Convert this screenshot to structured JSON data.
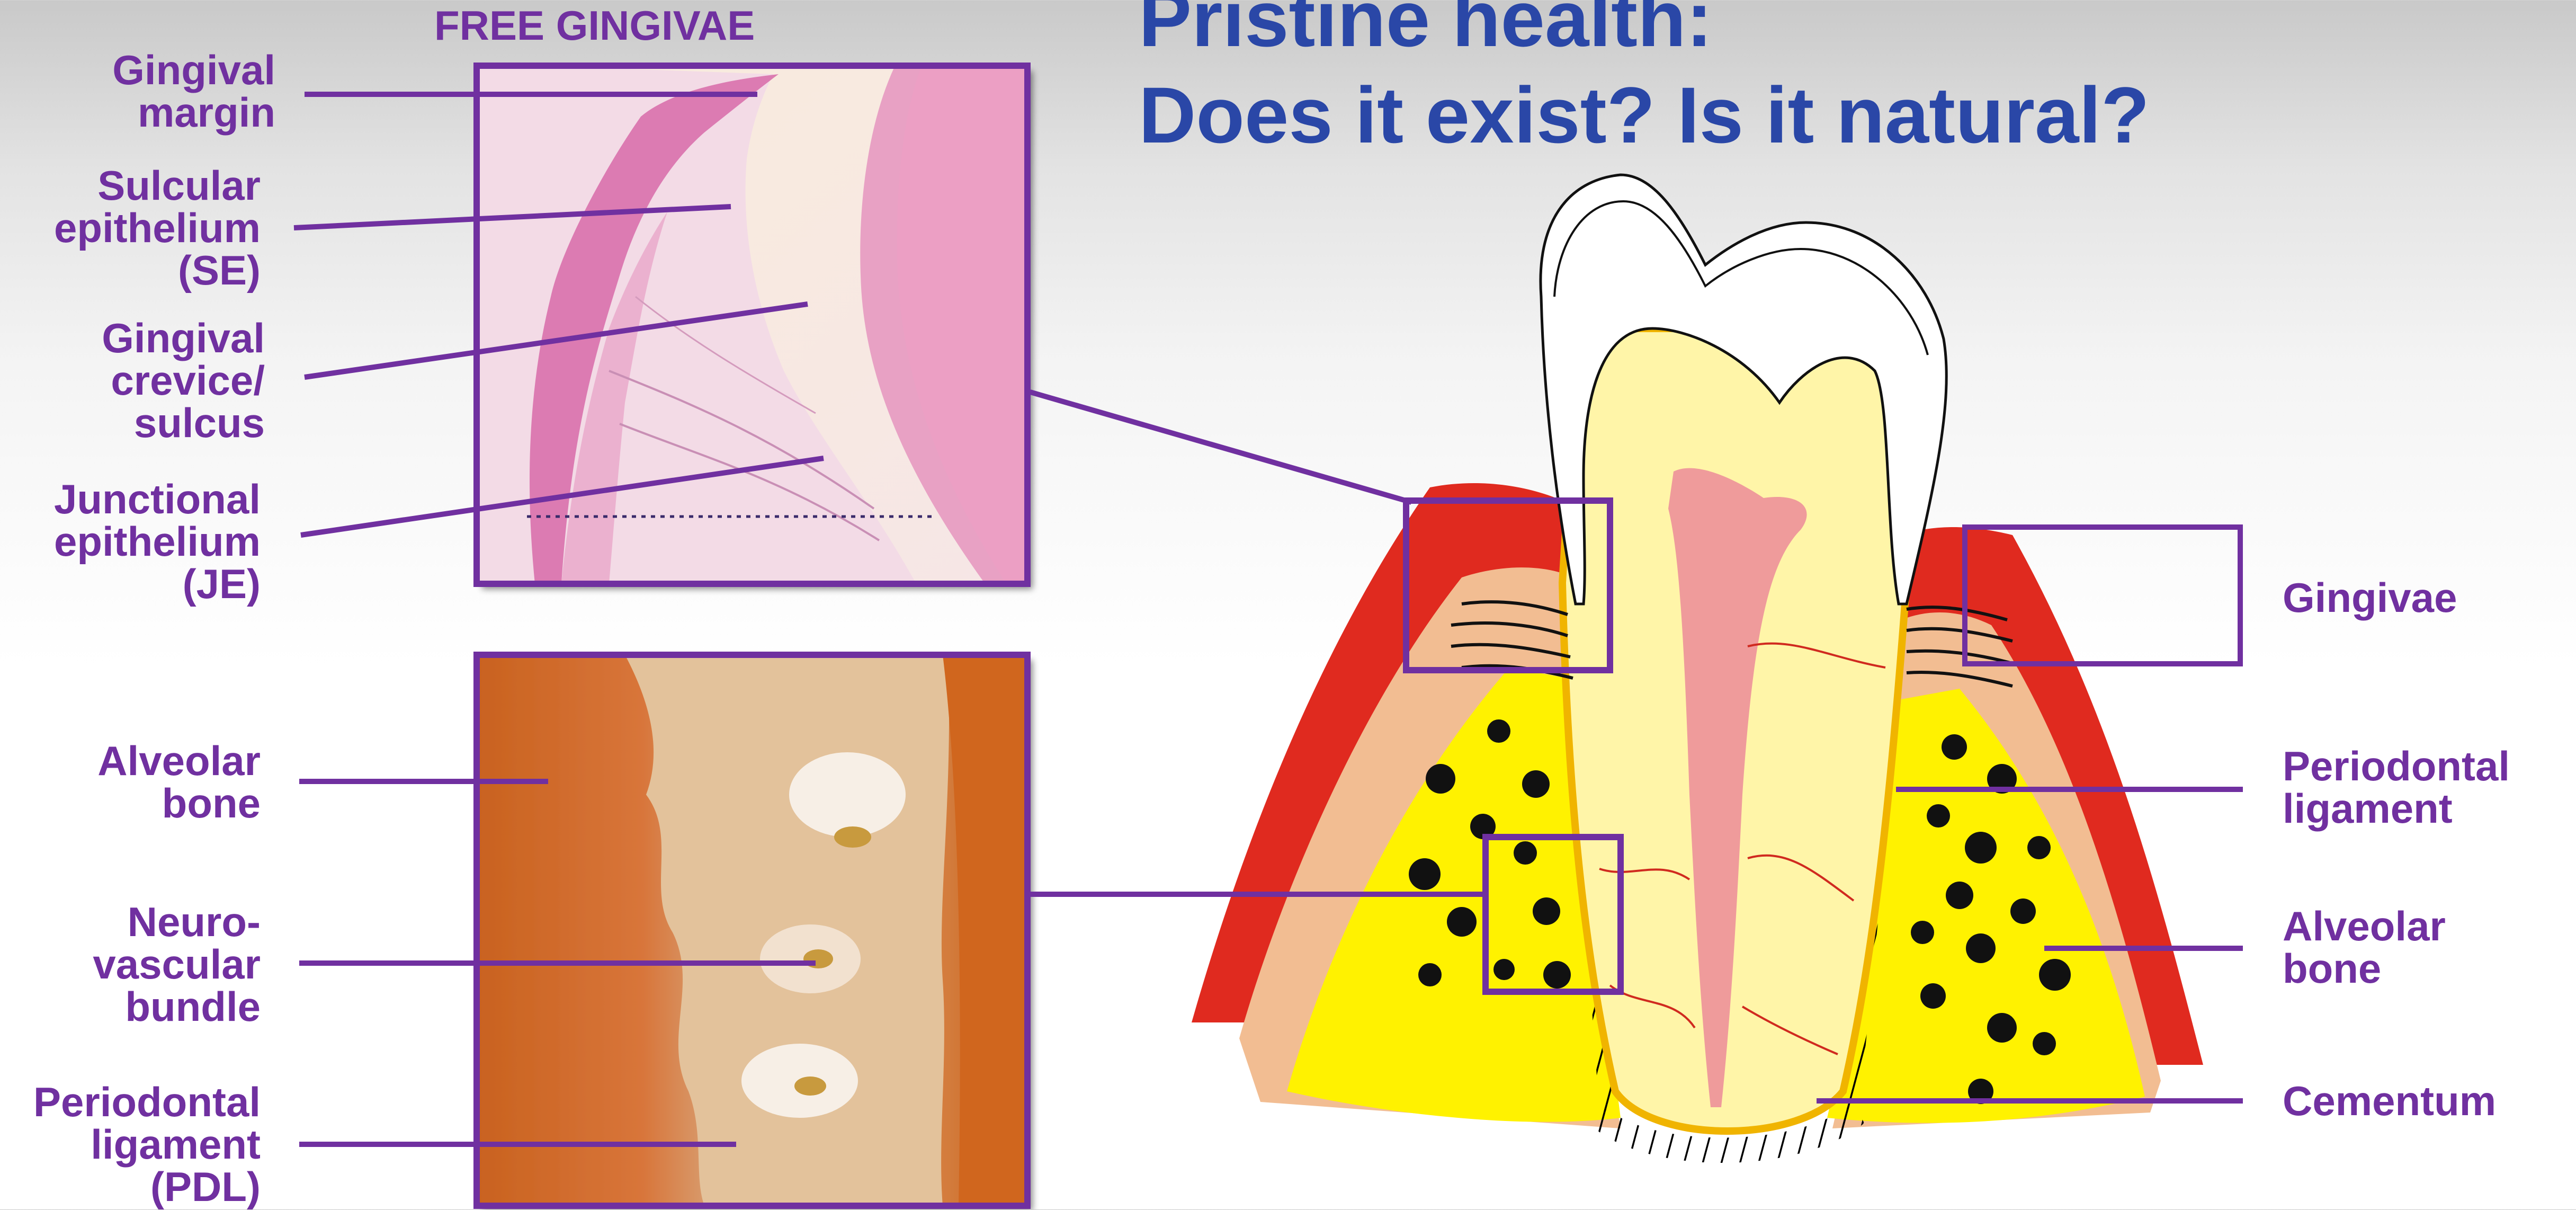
{
  "title": {
    "line1": "Pristine health:",
    "line2": "Does it exist?  Is it natural?"
  },
  "panels": {
    "top_heading": "FREE GINGIVAE"
  },
  "left_labels_top": [
    {
      "id": "gingival-margin",
      "lines": [
        "Gingival",
        "margin"
      ]
    },
    {
      "id": "sulcular-epithelium",
      "lines": [
        "Sulcular",
        "epithelium",
        "(SE)"
      ]
    },
    {
      "id": "gingival-crevice",
      "lines": [
        "Gingival",
        "crevice/",
        "sulcus"
      ]
    },
    {
      "id": "junctional-epithelium",
      "lines": [
        "Junctional",
        "epithelium",
        "(JE)"
      ]
    }
  ],
  "left_labels_bottom": [
    {
      "id": "alveolar-bone-left",
      "lines": [
        "Alveolar",
        "bone"
      ]
    },
    {
      "id": "neurovascular-bundle",
      "lines": [
        "Neuro-",
        "vascular",
        "bundle"
      ]
    },
    {
      "id": "periodontal-ligament-left",
      "lines": [
        "Periodontal",
        "ligament",
        "(PDL)"
      ]
    }
  ],
  "right_labels": [
    {
      "id": "gingivae",
      "lines": [
        "Gingivae"
      ]
    },
    {
      "id": "periodontal-ligament-right",
      "lines": [
        "Periodontal",
        "ligament"
      ]
    },
    {
      "id": "alveolar-bone-right",
      "lines": [
        "Alveolar",
        "bone"
      ]
    },
    {
      "id": "cementum",
      "lines": [
        "Cementum"
      ]
    }
  ],
  "colors": {
    "title": "#2a47a7",
    "label": "#7030a0",
    "gingiva": "#e02a1f",
    "connective": "#f2bd92",
    "bone": "#fff200",
    "dentin": "#fff5a8",
    "pulp": "#ef9b9b",
    "cementum": "#f0b400",
    "enamel": "#ffffff"
  }
}
